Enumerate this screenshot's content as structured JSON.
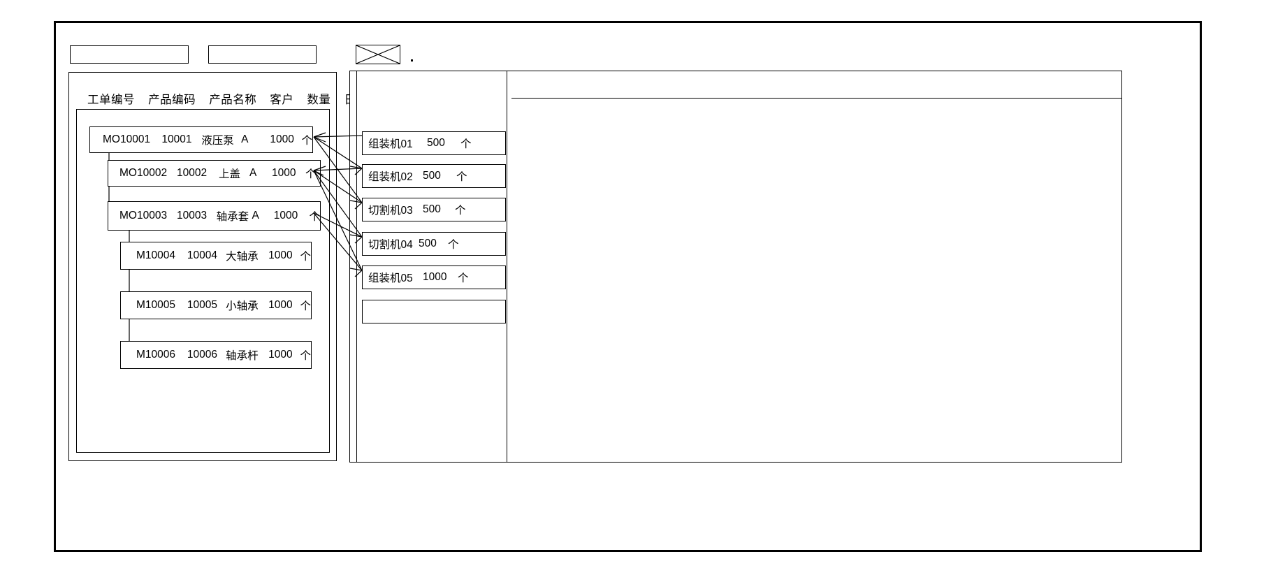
{
  "window": {
    "title": ""
  },
  "toolbar": {
    "field1_value": "",
    "field1_placeholder": "",
    "field2_value": "",
    "field2_placeholder": "",
    "image_icon": "crossed-box-image-placeholder"
  },
  "left_panel": {
    "columns": [
      "工单编号",
      "产品编码",
      "产品名称",
      "客户",
      "数量",
      "日期"
    ],
    "tree": [
      {
        "level": 0,
        "order_no": "MO10001",
        "product_code": "10001",
        "product_name": "液压泵",
        "customer": "A",
        "qty": "1000",
        "unit": "个"
      },
      {
        "level": 1,
        "order_no": "MO10002",
        "product_code": "10002",
        "product_name": "上盖",
        "customer": "A",
        "qty": "1000",
        "unit": "个"
      },
      {
        "level": 1,
        "order_no": "MO10003",
        "product_code": "10003",
        "product_name": "轴承套",
        "customer": "A",
        "qty": "1000",
        "unit": "个"
      },
      {
        "level": 2,
        "order_no": "M10004",
        "product_code": "10004",
        "product_name": "大轴承",
        "customer": "",
        "qty": "1000",
        "unit": "个"
      },
      {
        "level": 2,
        "order_no": "M10005",
        "product_code": "10005",
        "product_name": "小轴承",
        "customer": "",
        "qty": "1000",
        "unit": "个"
      },
      {
        "level": 2,
        "order_no": "M10006",
        "product_code": "10006",
        "product_name": "轴承杆",
        "customer": "",
        "qty": "1000",
        "unit": "个"
      }
    ]
  },
  "middle_panel": {
    "machines": [
      {
        "name": "组装机01",
        "qty": "500",
        "unit": "个"
      },
      {
        "name": "组装机02",
        "qty": "500",
        "unit": "个"
      },
      {
        "name": "切割机03",
        "qty": "500",
        "unit": "个"
      },
      {
        "name": "切割机04",
        "qty": "500",
        "unit": "个"
      },
      {
        "name": "组装机05",
        "qty": "1000",
        "unit": "个"
      },
      {
        "name": "",
        "qty": "",
        "unit": ""
      }
    ]
  },
  "right_panel": {
    "header_row": "",
    "body": ""
  },
  "colors": {
    "border": "#000000",
    "background": "#ffffff",
    "text": "#000000"
  }
}
